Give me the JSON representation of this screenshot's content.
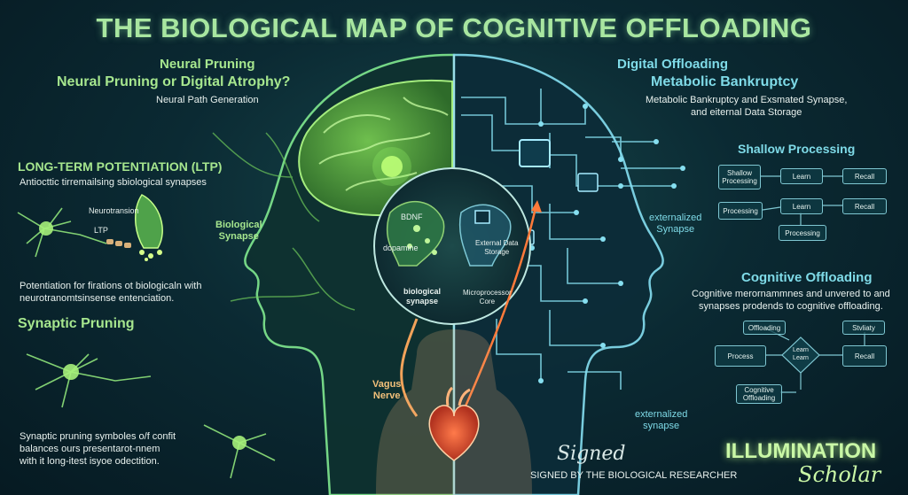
{
  "title": "THE BIOLOGICAL MAP OF COGNITIVE OFFLOADING",
  "left": {
    "neural_pruning": "Neural Pruning",
    "question": "Neural Pruning or Digital Atrophy?",
    "path_generation": "Neural Path Generation",
    "ltp_heading": "LONG-TERM POTENTIATION (LTP)",
    "ltp_desc": "Antiocttic tirremailsing sbiological synapses",
    "neurotransion": "Neurotransion",
    "ltp": "LTP",
    "bio_synapse_1": "Biological",
    "bio_synapse_2": "Synapse",
    "potentiation_1": "Potentiation for firations ot biologicaln with",
    "potentiation_2": "neurotranomtsinsense entenciation.",
    "synaptic_pruning": "Synaptic Pruning",
    "pruning_desc_1": "Synaptic pruning symboles o/f confit",
    "pruning_desc_2": "balances ours presentarot-nnem",
    "pruning_desc_3": "with it long-itest isyoe odectition."
  },
  "center": {
    "bdnf": "BDNF",
    "dopamine": "dopamine",
    "biological_synapse_1": "biological",
    "biological_synapse_2": "synapse",
    "external_data_1": "External Data",
    "external_data_2": "Storage",
    "microprocessor_1": "Microprocessor",
    "microprocessor_2": "Core",
    "vagus_1": "Vagus",
    "vagus_2": "Nerve"
  },
  "right": {
    "digital_offloading": "Digital Offloading",
    "metabolic": "Metabolic Bankruptcy",
    "metabolic_desc_1": "Metabolic Bankruptcy and Exsmated Synapse,",
    "metabolic_desc_2": "and eiternal Data Storage",
    "shallow_processing": "Shallow Processing",
    "externalized_synapse_1": "externalized",
    "externalized_synapse_2": "Synapse",
    "cognitive_offloading": "Cognitive Offloading",
    "cognitive_desc_1": "Cognitive merornammnes and unvered to and",
    "cognitive_desc_2": "synapses prodends to cognitive offloading.",
    "externalized_lower_1": "externalized",
    "externalized_lower_2": "synapse"
  },
  "flow_top": {
    "shallow": "Shallow Processing",
    "learn_1": "Learn",
    "recall_1": "Recall",
    "processing_1": "Processing",
    "learn_2": "Learn",
    "recall_2": "Recall",
    "processing_2": "Processing"
  },
  "flow_bottom": {
    "offloading": "Offloading",
    "stvliaty": "Stvliaty",
    "process": "Process",
    "learn_learn": "Learn Learn",
    "recall": "Recall",
    "cognitive_offloading": "Cognitive Offloading"
  },
  "footer": {
    "signed_script": "Signed",
    "signed_by": "SIGNED BY THE BIOLOGICAL RESEARCHER",
    "brand": "ILLUMINATION",
    "brand_script": "Scholar"
  },
  "colors": {
    "biological": "#8fe37a",
    "digital": "#6fd3e6",
    "heart": "#e0533a",
    "background": "#0b2a33"
  }
}
